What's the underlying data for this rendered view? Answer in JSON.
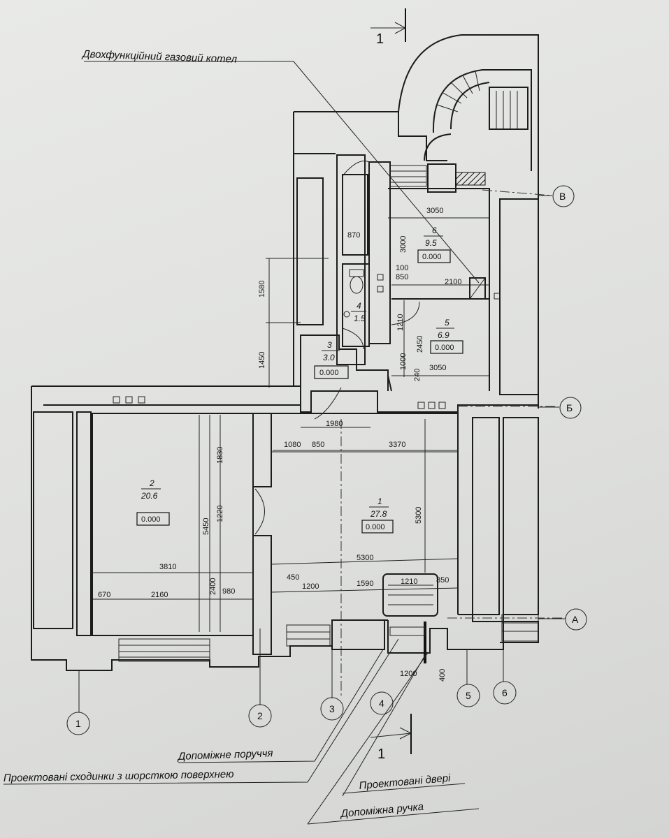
{
  "labels": {
    "boiler": "Двохфункційний газовий котел",
    "handrail": "Допоміжне поруччя",
    "steps": "Проектовані сходинки з шорсткою поверхнею",
    "door": "Проектовані двері",
    "handle": "Допоміжна ручка"
  },
  "section": "1",
  "axes": {
    "letters": [
      "В",
      "Б",
      "А"
    ],
    "numbers": [
      "1",
      "2",
      "3",
      "4",
      "5",
      "6"
    ]
  },
  "rooms": [
    {
      "num": "1",
      "area": "27.8",
      "level": "0.000"
    },
    {
      "num": "2",
      "area": "20.6",
      "level": "0.000"
    },
    {
      "num": "3",
      "area": "3.0",
      "level": "0.000"
    },
    {
      "num": "4",
      "area": "1.5"
    },
    {
      "num": "5",
      "area": "6.9",
      "level": "0.000"
    },
    {
      "num": "6",
      "area": "9.5",
      "level": "0.000"
    }
  ],
  "dims": {
    "d3050a": "3050",
    "d3000": "3000",
    "d870": "870",
    "d100": "100",
    "d850a": "850",
    "d2100": "2100",
    "d1580": "1580",
    "d1210a": "1210",
    "d2450": "2450",
    "d1000": "1000",
    "d240": "240",
    "d3050b": "3050",
    "d1450": "1450",
    "d1980": "1980",
    "d1080": "1080",
    "d850b": "850",
    "d3370": "3370",
    "d1830": "1830",
    "d1220": "1220",
    "d5450": "5450",
    "d5300v": "5300",
    "d3810": "3810",
    "d5300h": "5300",
    "d450": "450",
    "d1200a": "1200",
    "d1590": "1590",
    "d1210b": "1210",
    "d850c": "850",
    "d670": "670",
    "d2160": "2160",
    "d2400": "2400",
    "d980": "980",
    "d1200b": "1200",
    "d400": "400"
  }
}
